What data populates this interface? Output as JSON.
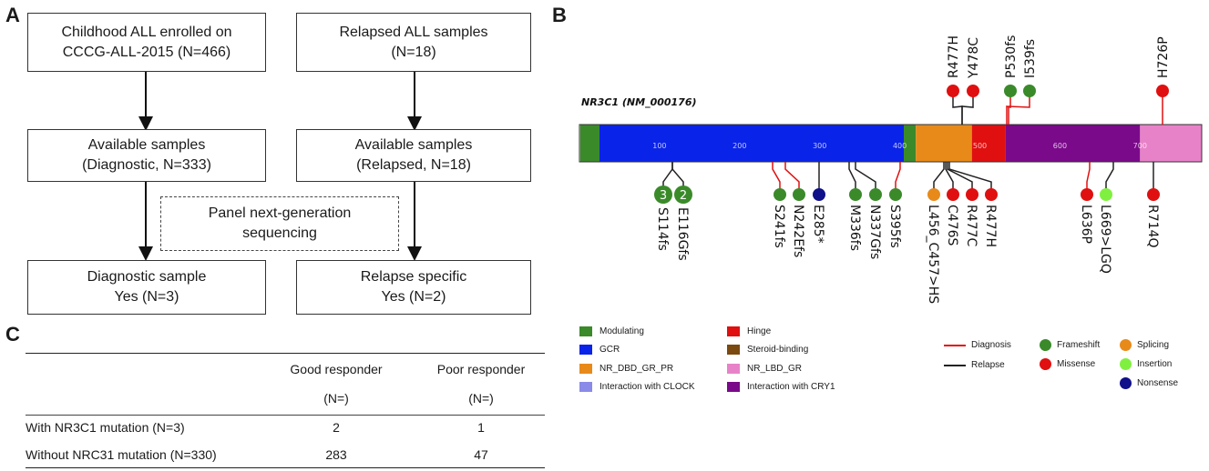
{
  "panels": {
    "a": "A",
    "b": "B",
    "c": "C"
  },
  "flowchart": {
    "box1": [
      "Childhood ALL enrolled on",
      "CCCG-ALL-2015 (N=466)"
    ],
    "box2": [
      "Relapsed ALL samples",
      "(N=18)"
    ],
    "box3": [
      "Available samples",
      "(Diagnostic, N=333)"
    ],
    "box4": [
      "Available samples",
      "(Relapsed, N=18)"
    ],
    "box5": [
      "Panel next-generation",
      "sequencing"
    ],
    "box6": [
      "Diagnostic sample",
      "Yes (N=3)"
    ],
    "box7": [
      "Relapse specific",
      "Yes (N=2)"
    ]
  },
  "table": {
    "col1": "Good responder",
    "col2": "Poor responder",
    "unit1": "(N=)",
    "unit2": "(N=)",
    "rows": [
      {
        "label": "With NR3C1 mutation (N=3)",
        "good": "2",
        "poor": "1"
      },
      {
        "label": "Without NRC31 mutation (N=330)",
        "good": "283",
        "poor": "47"
      }
    ]
  },
  "protein": {
    "title": "NR3C1 (NM_000176)",
    "length": 777,
    "ticks": [
      "100",
      "200",
      "300",
      "400",
      "500",
      "600",
      "700"
    ],
    "domains": [
      {
        "name": "Modulating",
        "start": 1,
        "end": 25,
        "color": "#3a8a2a"
      },
      {
        "name": "GCR",
        "start": 25,
        "end": 405,
        "color": "#0a23e8"
      },
      {
        "name": "Modulating",
        "start": 405,
        "end": 420,
        "color": "#3a8a2a"
      },
      {
        "name": "NR_DBD_GR_PR",
        "start": 420,
        "end": 490,
        "color": "#e88a1a"
      },
      {
        "name": "Hinge",
        "start": 490,
        "end": 532,
        "color": "#e01010"
      },
      {
        "name": "Interaction with CRY1",
        "start": 532,
        "end": 700,
        "color": "#7a0a8a"
      },
      {
        "name": "NR_LBD_GR",
        "start": 700,
        "end": 777,
        "color": "#e882c8"
      }
    ],
    "above": [
      {
        "label": "R477H",
        "color": "#e01010",
        "line": "#222222"
      },
      {
        "label": "Y478C",
        "color": "#e01010",
        "line": "#222222"
      },
      {
        "label": "P530fs",
        "color": "#3a8a2a",
        "line": "#e01010"
      },
      {
        "label": "I539fs",
        "color": "#3a8a2a",
        "line": "#e01010"
      },
      {
        "label": "H726P",
        "color": "#e01010",
        "line": "#e01010"
      }
    ],
    "below": [
      {
        "label": "S114fs",
        "color": "#3a8a2a",
        "line": "#222222",
        "count": "3"
      },
      {
        "label": "E116Gfs",
        "color": "#3a8a2a",
        "line": "#222222",
        "count": "2"
      },
      {
        "label": "S241fs",
        "color": "#3a8a2a",
        "line": "#e01010"
      },
      {
        "label": "N242Efs",
        "color": "#3a8a2a",
        "line": "#e01010"
      },
      {
        "label": "E285*",
        "color": "#10108a",
        "line": "#222222"
      },
      {
        "label": "M336fs",
        "color": "#3a8a2a",
        "line": "#222222"
      },
      {
        "label": "N337Gfs",
        "color": "#3a8a2a",
        "line": "#222222"
      },
      {
        "label": "S395fs",
        "color": "#3a8a2a",
        "line": "#e01010"
      },
      {
        "label": "L456_C457>HS",
        "color": "#e88a1a",
        "line": "#222222"
      },
      {
        "label": "C476S",
        "color": "#e01010",
        "line": "#222222"
      },
      {
        "label": "R477C",
        "color": "#e01010",
        "line": "#222222"
      },
      {
        "label": "R477H",
        "color": "#e01010",
        "line": "#222222"
      },
      {
        "label": "L636P",
        "color": "#e01010",
        "line": "#e01010"
      },
      {
        "label": "L669>LGQ",
        "color": "#80f040",
        "line": "#222222"
      },
      {
        "label": "R714Q",
        "color": "#e01010",
        "line": "#222222"
      }
    ]
  },
  "legend": {
    "domains": [
      {
        "name": "Modulating",
        "color": "#3a8a2a"
      },
      {
        "name": "GCR",
        "color": "#0a23e8"
      },
      {
        "name": "NR_DBD_GR_PR",
        "color": "#e88a1a"
      },
      {
        "name": "Interaction with CLOCK",
        "color": "#8a8ae8"
      },
      {
        "name": "Hinge",
        "color": "#e01010"
      },
      {
        "name": "Steroid-binding",
        "color": "#7a4a10"
      },
      {
        "name": "NR_LBD_GR",
        "color": "#e882c8"
      },
      {
        "name": "Interaction with CRY1",
        "color": "#7a0a8a"
      }
    ],
    "lines": [
      {
        "name": "Diagnosis",
        "color": "#e01010"
      },
      {
        "name": "Relapse",
        "color": "#222222"
      }
    ],
    "mutations": [
      {
        "name": "Frameshift",
        "color": "#3a8a2a"
      },
      {
        "name": "Missense",
        "color": "#e01010"
      },
      {
        "name": "Splicing",
        "color": "#e88a1a"
      },
      {
        "name": "Insertion",
        "color": "#80f040"
      },
      {
        "name": "Nonsense",
        "color": "#10108a"
      }
    ]
  }
}
